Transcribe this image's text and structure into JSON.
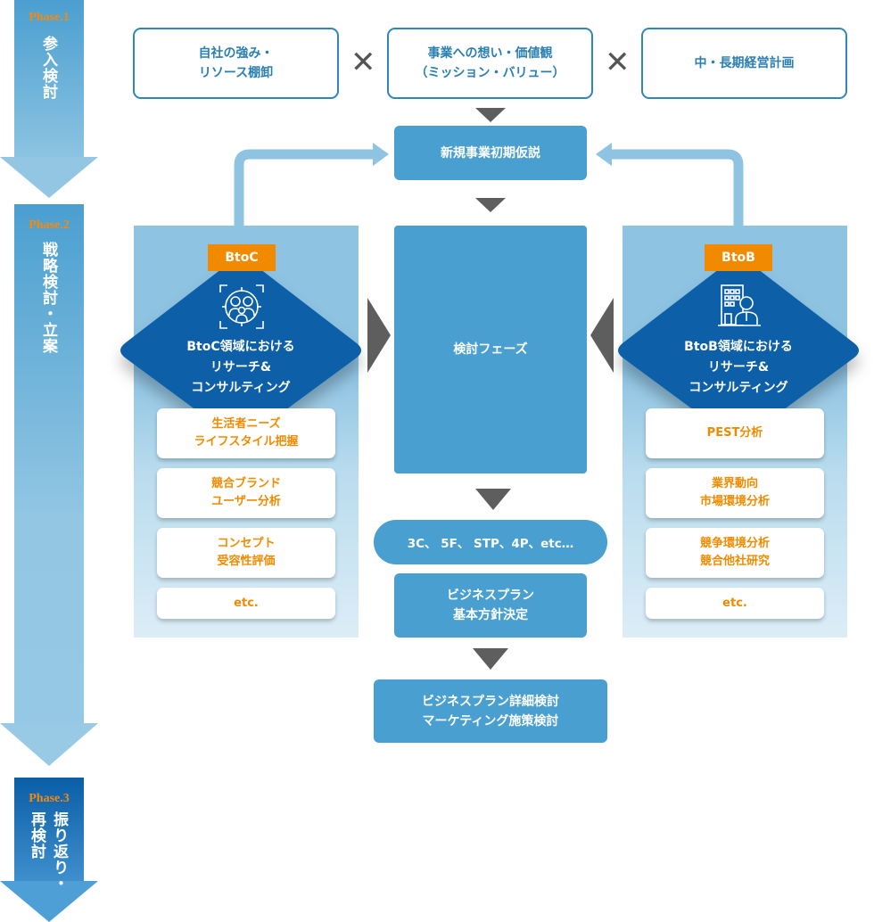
{
  "phases": [
    {
      "label": "Phase.1",
      "title": "参入検討"
    },
    {
      "label": "Phase.2",
      "title": "戦略検討・立案"
    },
    {
      "label": "Phase.3",
      "title_lines": [
        "振り返り・",
        "再検討"
      ]
    }
  ],
  "inputs": [
    {
      "text": "自社の強み・\nリソース棚卸"
    },
    {
      "text": "事業への想い・価値観\n（ミッション・バリュー）"
    },
    {
      "text": "中・長期経営計画"
    }
  ],
  "operator_symbol": "✕",
  "flow": {
    "initial_hypothesis": "新規事業初期仮説",
    "review_phase": "検討フェーズ",
    "frameworks": "3C、 5F、 STP、4P、etc…",
    "basic_policy": "ビジネスプラン\n基本方針決定",
    "detailed_plan": "ビジネスプラン詳細検討\nマーケティング施策検討"
  },
  "btoc": {
    "tag": "BtoC",
    "icon": "family-target-icon",
    "title": "BtoC領域における\nリサーチ&\nコンサルティング",
    "items": [
      "生活者ニーズ\nライフスタイル把握",
      "競合ブランド\nユーザー分析",
      "コンセプト\n受容性評価",
      "etc."
    ]
  },
  "btob": {
    "tag": "BtoB",
    "icon": "building-person-icon",
    "title": "BtoB領域における\nリサーチ&\nコンサルティング",
    "items": [
      "PEST分析",
      "業界動向\n市場環境分析",
      "競争環境分析\n競合他社研究",
      "etc."
    ]
  },
  "colors": {
    "accent_blue": "#489fd0",
    "dark_blue": "#0a5ea6",
    "orange": "#f28a00",
    "arrow_gray": "#5e5e5e",
    "light_blue": "#8ec3e2"
  }
}
